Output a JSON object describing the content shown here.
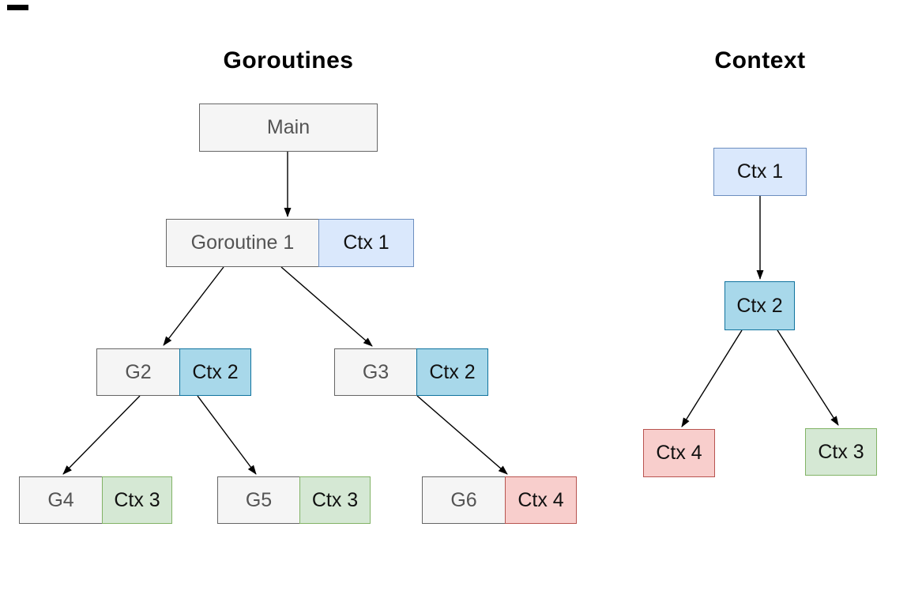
{
  "diagram": {
    "left": {
      "title": "Goroutines",
      "nodes": [
        {
          "id": "main",
          "label": "Main",
          "color": "gray"
        },
        {
          "id": "g1",
          "label": "Goroutine 1",
          "color": "gray",
          "ctx": {
            "label": "Ctx 1",
            "color": "blue-light"
          }
        },
        {
          "id": "g2",
          "label": "G2",
          "color": "gray",
          "ctx": {
            "label": "Ctx 2",
            "color": "blue"
          }
        },
        {
          "id": "g3",
          "label": "G3",
          "color": "gray",
          "ctx": {
            "label": "Ctx 2",
            "color": "blue"
          }
        },
        {
          "id": "g4",
          "label": "G4",
          "color": "gray",
          "ctx": {
            "label": "Ctx 3",
            "color": "green"
          }
        },
        {
          "id": "g5",
          "label": "G5",
          "color": "gray",
          "ctx": {
            "label": "Ctx 3",
            "color": "green"
          }
        },
        {
          "id": "g6",
          "label": "G6",
          "color": "gray",
          "ctx": {
            "label": "Ctx 4",
            "color": "red"
          }
        }
      ],
      "edges": [
        [
          "main",
          "g1"
        ],
        [
          "g1",
          "g2"
        ],
        [
          "g1",
          "g3"
        ],
        [
          "g2",
          "g4"
        ],
        [
          "g2",
          "g5"
        ],
        [
          "g3",
          "g6"
        ]
      ]
    },
    "right": {
      "title": "Context",
      "nodes": [
        {
          "id": "ctx1",
          "label": "Ctx 1",
          "color": "blue-light"
        },
        {
          "id": "ctx2",
          "label": "Ctx 2",
          "color": "blue"
        },
        {
          "id": "ctx4",
          "label": "Ctx 4",
          "color": "red"
        },
        {
          "id": "ctx3",
          "label": "Ctx 3",
          "color": "green"
        }
      ],
      "edges": [
        [
          "ctx1",
          "ctx2"
        ],
        [
          "ctx2",
          "ctx4"
        ],
        [
          "ctx2",
          "ctx3"
        ]
      ]
    },
    "colors": {
      "gray_fill": "#f5f5f5",
      "gray_stroke": "#666666",
      "gray_text": "#545454",
      "blue_light_fill": "#dae8fc",
      "blue_light_stroke": "#6c8ebf",
      "blue_fill": "#a8d8ea",
      "blue_stroke": "#10739e",
      "green_fill": "#d5e8d4",
      "green_stroke": "#82b366",
      "red_fill": "#f8cecc",
      "red_stroke": "#b85450",
      "node_text": "#111111",
      "title_text": "#000000",
      "edge_stroke": "#000000"
    }
  }
}
